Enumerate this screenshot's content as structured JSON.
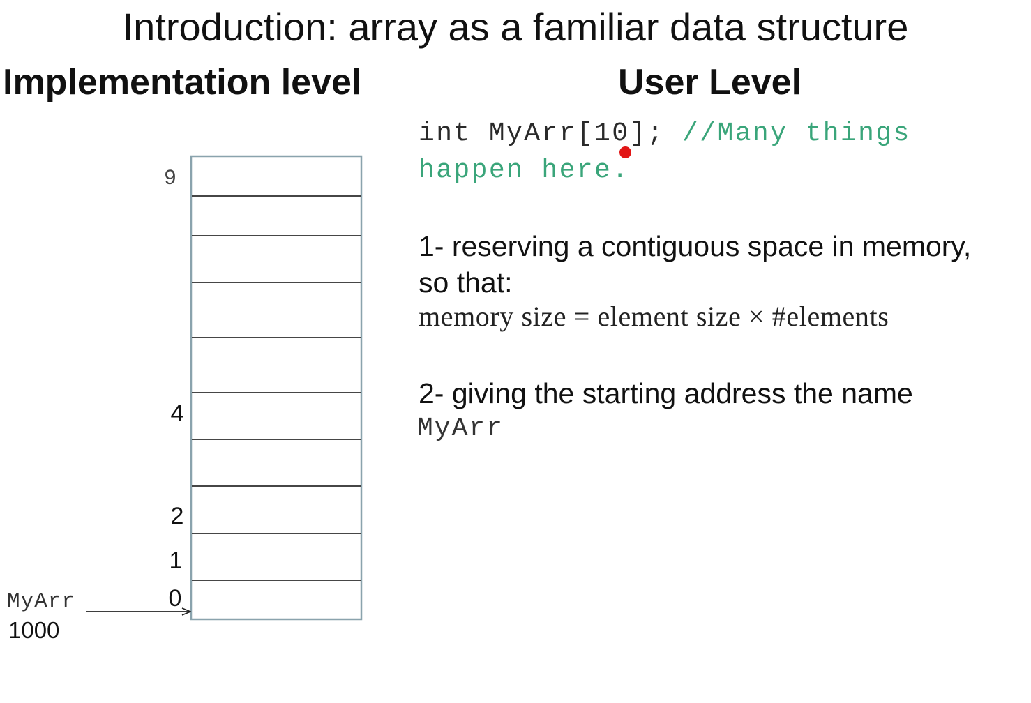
{
  "slide": {
    "title": "Introduction: array as a familiar data structure"
  },
  "implementation": {
    "heading": "Implementation level",
    "array_diagram": {
      "cell_count": 10,
      "index_labels": [
        {
          "index": 9,
          "text": "9"
        },
        {
          "index": 4,
          "text": "4"
        },
        {
          "index": 2,
          "text": "2"
        },
        {
          "index": 1,
          "text": "1"
        },
        {
          "index": 0,
          "text": "0"
        }
      ],
      "pointer": {
        "name": "MyArr",
        "address": "1000"
      },
      "colors": {
        "outline": "#8aa3ad",
        "divider": "#2b2b2b"
      }
    }
  },
  "user": {
    "heading": "User Level",
    "code": {
      "statement": "int MyArr[10];",
      "comment_line1": "//Many things",
      "comment_line2": "happen here."
    },
    "point1": {
      "line1": "1- reserving a contiguous space in memory,",
      "line2": "so that:",
      "formula": "memory size = element size × #elements"
    },
    "point2": {
      "line1": "2- giving the starting address the name",
      "identifier": "MyArr"
    }
  },
  "colors": {
    "comment": "#3aa57a",
    "cursor": "#e21616"
  }
}
